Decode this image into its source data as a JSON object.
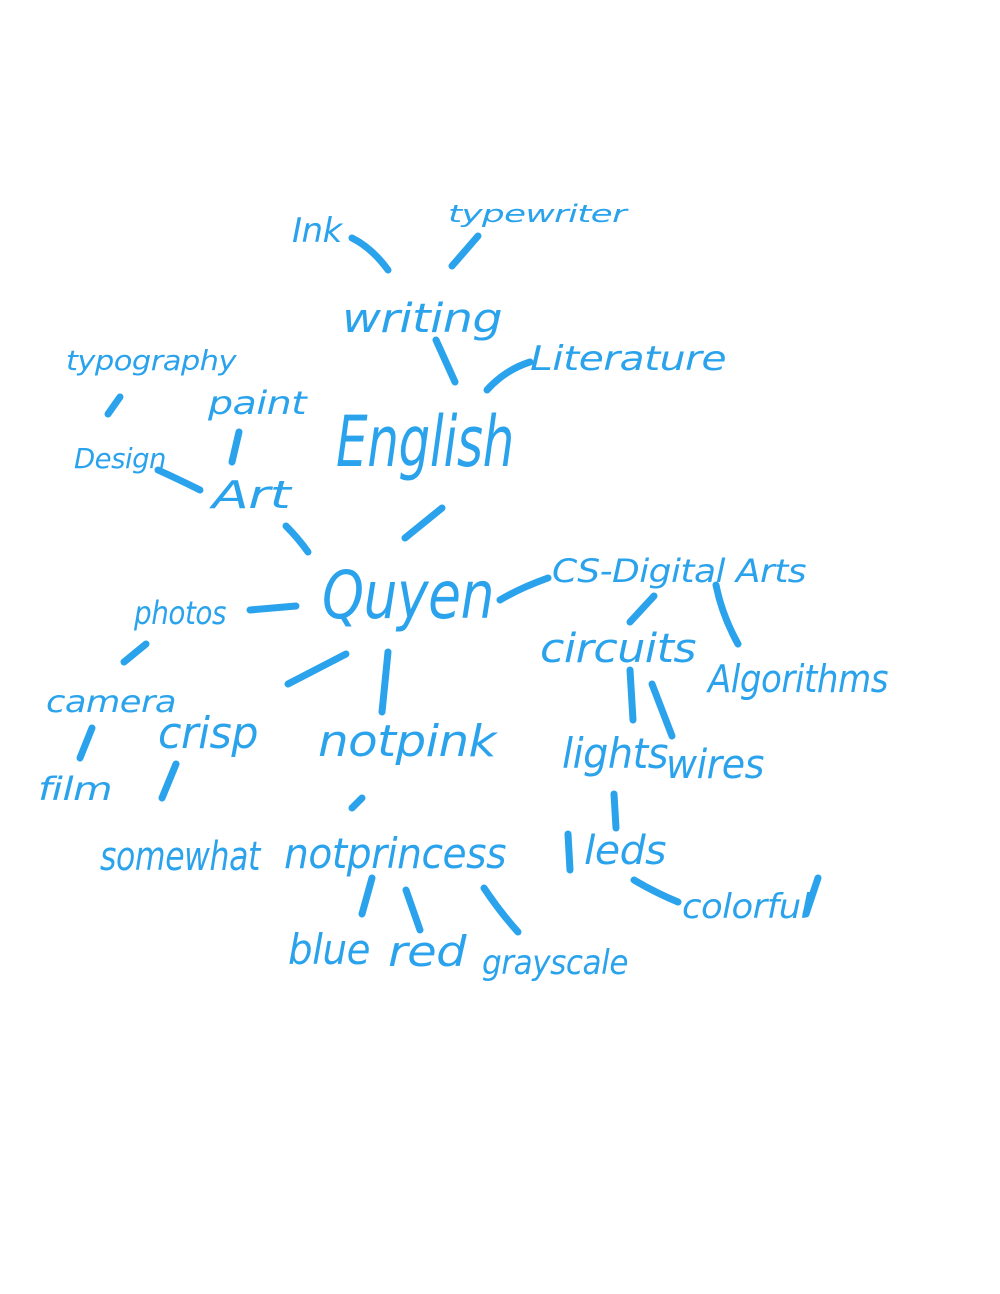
{
  "ink_color": "#2aa3ec",
  "background_color": "#ffffff",
  "words": {
    "ink": "Ink",
    "typewriter": "typewriter",
    "writing": "writing",
    "literature": "Literature",
    "typography": "typography",
    "paint": "paint",
    "english": "English",
    "design": "Design",
    "art": "Art",
    "quyen": "Quyen",
    "cs": "CS-Digital Arts",
    "photos": "photos",
    "circuits": "circuits",
    "algorithms": "Algorithms",
    "camera": "camera",
    "crisp": "crisp",
    "notpink": "notpink",
    "lights": "lights",
    "wires": "wires",
    "film": "film",
    "leds": "leds",
    "somewhat": "somewhat",
    "notprincess": "notprincess",
    "colorful": "colorful",
    "blue": "blue",
    "red": "red",
    "grayscale": "grayscale"
  }
}
